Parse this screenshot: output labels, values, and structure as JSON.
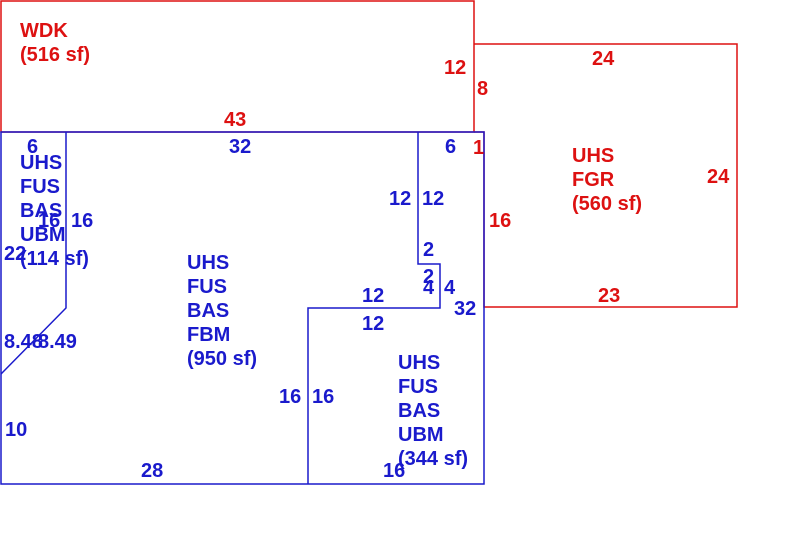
{
  "colors": {
    "red": "#dd1111",
    "blue": "#1a1acc"
  },
  "areas": {
    "wdk": {
      "name": "WDK",
      "area": "(516 sf)"
    },
    "garage": {
      "line1": "UHS",
      "line2": "FGR",
      "area": "(560 sf)"
    },
    "left_bsmt": {
      "line1": "UHS",
      "line2": "FUS",
      "line3": "BAS",
      "line4": "UBM",
      "area": "(114 sf)"
    },
    "center_bsmt": {
      "line1": "UHS",
      "line2": "FUS",
      "line3": "BAS",
      "line4": "FBM",
      "area": "(950 sf)"
    },
    "right_bsmt": {
      "line1": "UHS",
      "line2": "FUS",
      "line3": "BAS",
      "line4": "UBM",
      "area": "(344 sf)"
    }
  },
  "dims_red": {
    "wdk_right": "12",
    "wdk_bottom": "43",
    "step": "8",
    "fgr_top": "24",
    "fgr_right": "24",
    "fgr_left": "16",
    "fgr_bottom": "23",
    "one": "1"
  },
  "dims_blue": {
    "top_left": "6",
    "top_mid": "32",
    "top_right": "6",
    "notch_left": "12",
    "notch_right": "12",
    "two_a": "2",
    "two_b": "2",
    "four_a": "4",
    "four_b": "4",
    "right_side": "32",
    "inner_top": "12",
    "inner_bottom": "12",
    "left_16a": "16",
    "left_16b": "16",
    "left_22": "22",
    "diag_a": "8.48",
    "diag_b": "8.49",
    "left_10": "10",
    "bottom_28": "28",
    "inner_16a": "16",
    "inner_16b": "16",
    "bottom_16": "16"
  }
}
